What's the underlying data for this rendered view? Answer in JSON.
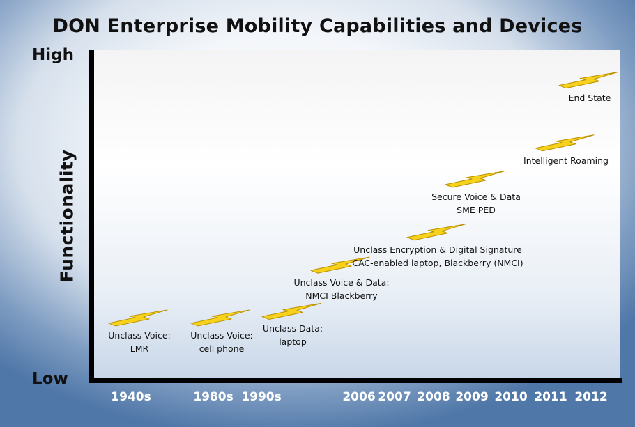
{
  "chart_data": {
    "type": "scatter",
    "title": "DON Enterprise Mobility Capabilities and Devices",
    "xlabel": "",
    "ylabel": "Functionality",
    "y_axis_end_labels": {
      "high": "High",
      "low": "Low"
    },
    "x_tick_labels": [
      "1940s",
      "1980s",
      "1990s",
      "2006",
      "2007",
      "2008",
      "2009",
      "2010",
      "2011",
      "2012"
    ],
    "ylim": [
      0,
      100
    ],
    "grid": false,
    "legend": "none",
    "marker": "lightning-bolt",
    "marker_color": "#f6d21c",
    "points": [
      {
        "x": "1940s",
        "y": 19,
        "label": [
          "Unclass Voice:",
          "LMR"
        ]
      },
      {
        "x": "1980s",
        "y": 19,
        "label": [
          "Unclass Voice:",
          "cell phone"
        ]
      },
      {
        "x": "1990s",
        "y": 21,
        "label": [
          "Unclass Data:",
          "laptop"
        ]
      },
      {
        "x": "2006",
        "y": 35,
        "label": [
          "Unclass Voice & Data:",
          "NMCI Blackberry"
        ]
      },
      {
        "x": "2008",
        "y": 45,
        "label": [
          "Unclass Encryption & Digital Signature",
          "CAC-enabled laptop, Blackberry (NMCI)"
        ]
      },
      {
        "x": "2009",
        "y": 61,
        "label": [
          "Secure Voice & Data",
          "SME PED"
        ]
      },
      {
        "x": "2011",
        "y": 72,
        "label": [
          "Intelligent Roaming"
        ]
      },
      {
        "x": "2012",
        "y": 91,
        "label": [
          "End State"
        ]
      }
    ]
  }
}
